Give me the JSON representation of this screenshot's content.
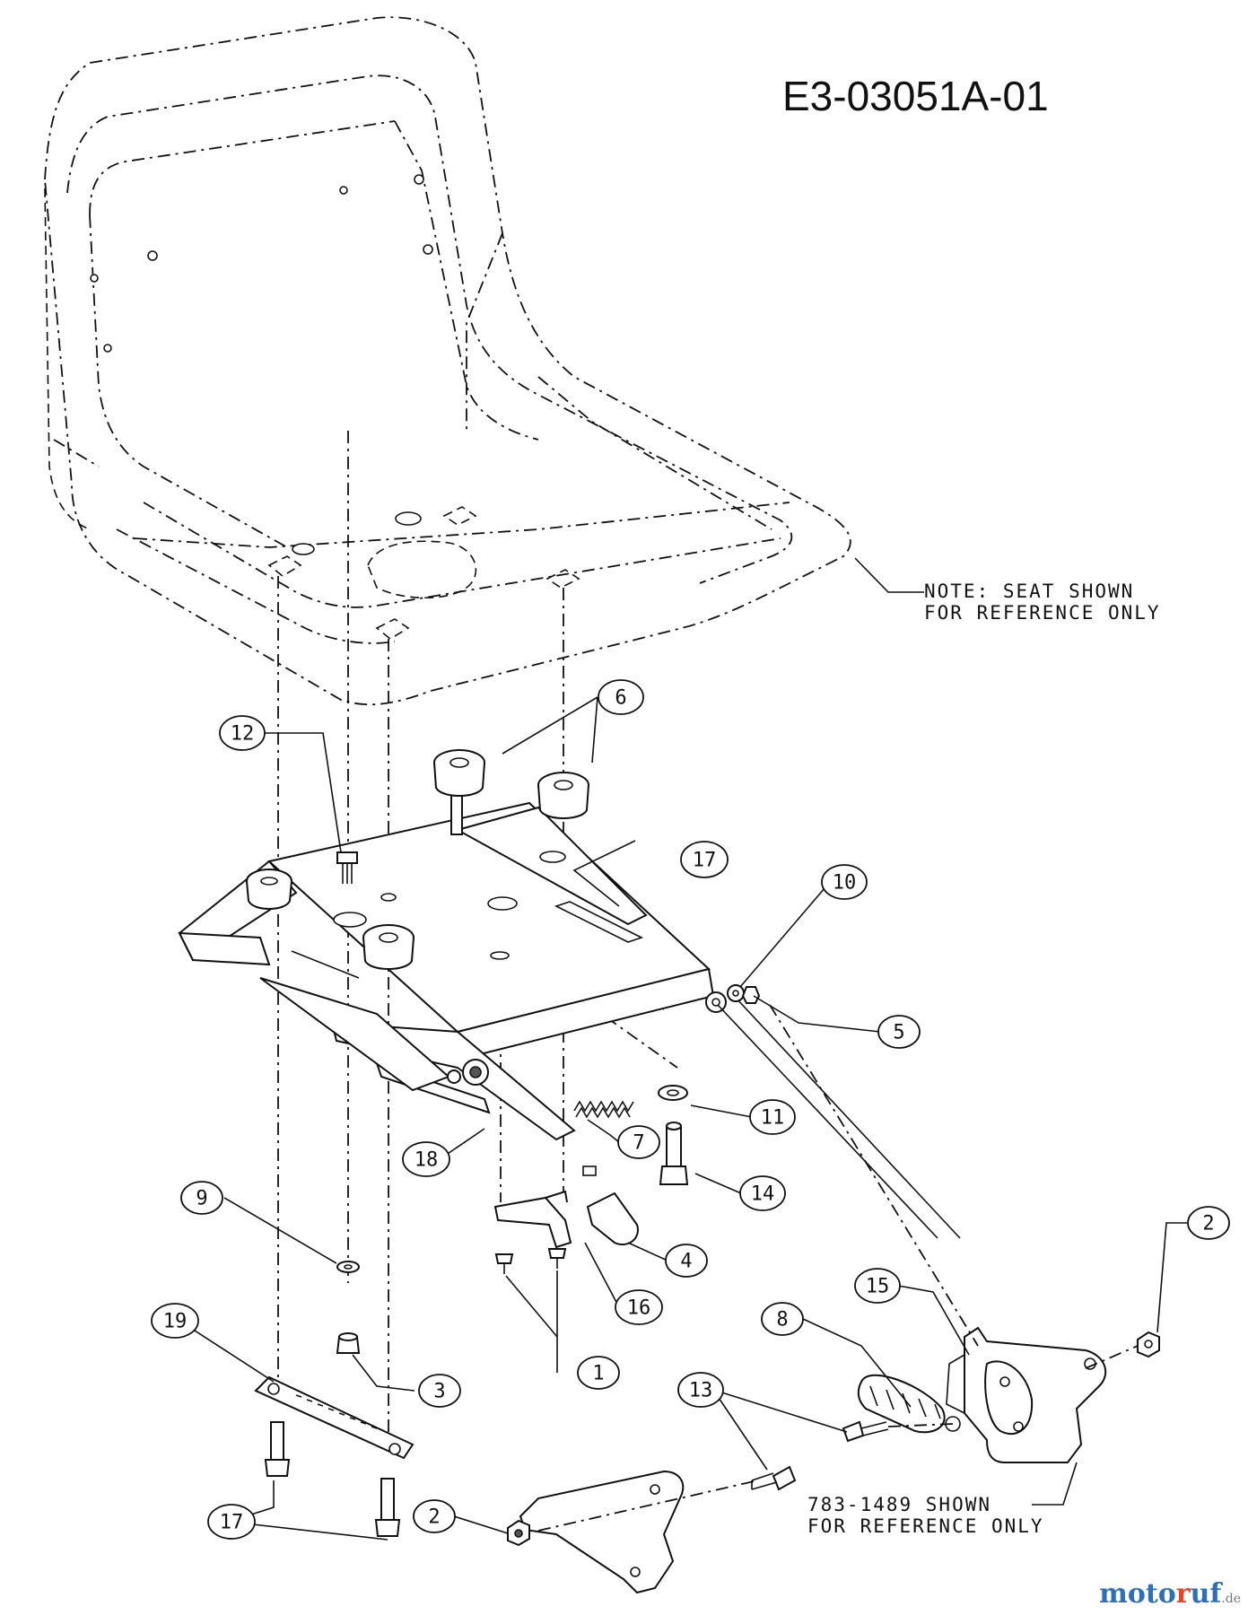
{
  "diagram_id": "E3-03051A-01",
  "notes": {
    "seat_line1": "NOTE: SEAT SHOWN",
    "seat_line2": "FOR REFERENCE ONLY",
    "part_line1": "783-1489 SHOWN",
    "part_line2": "FOR REFERENCE ONLY"
  },
  "callouts": [
    {
      "id": "c6",
      "label": "6"
    },
    {
      "id": "c12",
      "label": "12"
    },
    {
      "id": "c17top",
      "label": "17"
    },
    {
      "id": "c10",
      "label": "10"
    },
    {
      "id": "c5",
      "label": "5"
    },
    {
      "id": "c11",
      "label": "11"
    },
    {
      "id": "c7",
      "label": "7"
    },
    {
      "id": "c18",
      "label": "18"
    },
    {
      "id": "c14",
      "label": "14"
    },
    {
      "id": "c9",
      "label": "9"
    },
    {
      "id": "c4",
      "label": "4"
    },
    {
      "id": "c16",
      "label": "16"
    },
    {
      "id": "c2a",
      "label": "2"
    },
    {
      "id": "c15",
      "label": "15"
    },
    {
      "id": "c8",
      "label": "8"
    },
    {
      "id": "c1",
      "label": "1"
    },
    {
      "id": "c19",
      "label": "19"
    },
    {
      "id": "c3",
      "label": "3"
    },
    {
      "id": "c13",
      "label": "13"
    },
    {
      "id": "c2b",
      "label": "2"
    },
    {
      "id": "c17bot",
      "label": "17"
    }
  ],
  "watermark": {
    "part1": "moto",
    "part2": "r",
    "part3": "uf",
    "tld": ".de"
  }
}
